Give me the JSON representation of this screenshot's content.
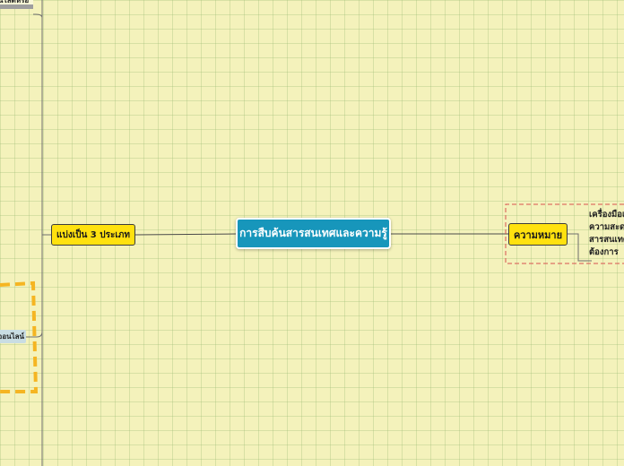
{
  "central": {
    "label": "การสืบค้นสารสนเทศและความรู้"
  },
  "left": {
    "category_node": "แบ่งเป็น 3  ประเภท",
    "top_node": "นโลต์หรือ",
    "online_node": "ออนไลน์"
  },
  "right": {
    "meaning_node": "ความหมาย",
    "description_lines": [
      "เครื่องมือเ",
      "ความสะด",
      "สารสนเทศ",
      "ต้องการ"
    ]
  },
  "colors": {
    "background": "#f4f2bb",
    "central_fill": "#1796bb",
    "topic_fill": "#ffe10f",
    "orange_boundary": "#f5b522",
    "red_boundary": "#d9534f"
  }
}
